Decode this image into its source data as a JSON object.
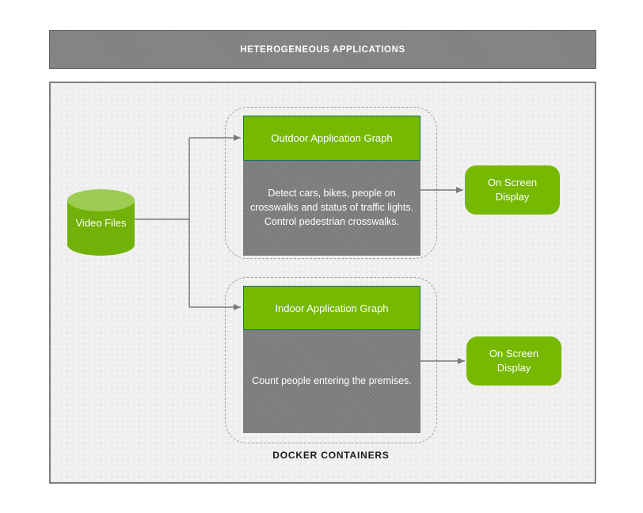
{
  "banner": {
    "label": "HETEROGENEOUS APPLICATIONS"
  },
  "diagram": {
    "video_files": {
      "label": "Video Files"
    },
    "outdoor": {
      "title": "Outdoor Application Graph",
      "description": "Detect cars, bikes, people on crosswalks and status of traffic lights. Control pedestrian crosswalks."
    },
    "indoor": {
      "title": "Indoor Application Graph",
      "description": "Count people entering the premises."
    },
    "osd_top": {
      "label": "On Screen Display"
    },
    "osd_bottom": {
      "label": "On Screen Display"
    },
    "containers_label": "DOCKER CONTAINERS"
  },
  "colors": {
    "accent_green": "#76b900",
    "cylinder_top_green": "#9ccd52",
    "box_gray": "#7f7f7f",
    "banner_gray": "#838383",
    "panel_background": "#eeeeee",
    "header_border_teal": "#10705f",
    "wire_gray": "#7a7a7a"
  }
}
